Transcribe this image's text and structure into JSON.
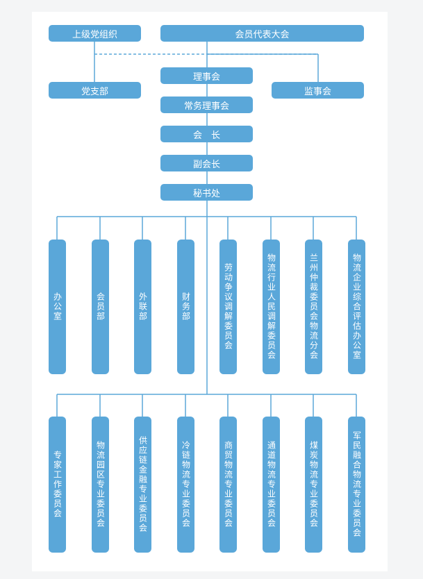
{
  "top": {
    "superior_party": "上级党组织",
    "congress": "会员代表大会"
  },
  "mid": {
    "party_branch": "党支部",
    "supervisors": "监事会",
    "council": "理事会",
    "standing_council": "常务理事会",
    "president": "会　长",
    "vice_president": "副会长",
    "secretariat": "秘书处"
  },
  "departments": [
    "办公室",
    "会员部",
    "外联部",
    "财务部",
    "劳动争议调解委员会",
    "物流行业人民调解委员会",
    "兰州仲裁委员会物流分会",
    "物流企业综合评估办公室"
  ],
  "committees": [
    "专家工作委员会",
    "物流园区专业委员会",
    "供应链金融专业委员会",
    "冷链物流专业委员会",
    "商贸物流专业委员会",
    "通道物流专业委员会",
    "煤炭物流专业委员会",
    "军民融合物流专业委员会"
  ],
  "colors": {
    "box": "#5aa7d9",
    "line": "#5aa7d9"
  }
}
